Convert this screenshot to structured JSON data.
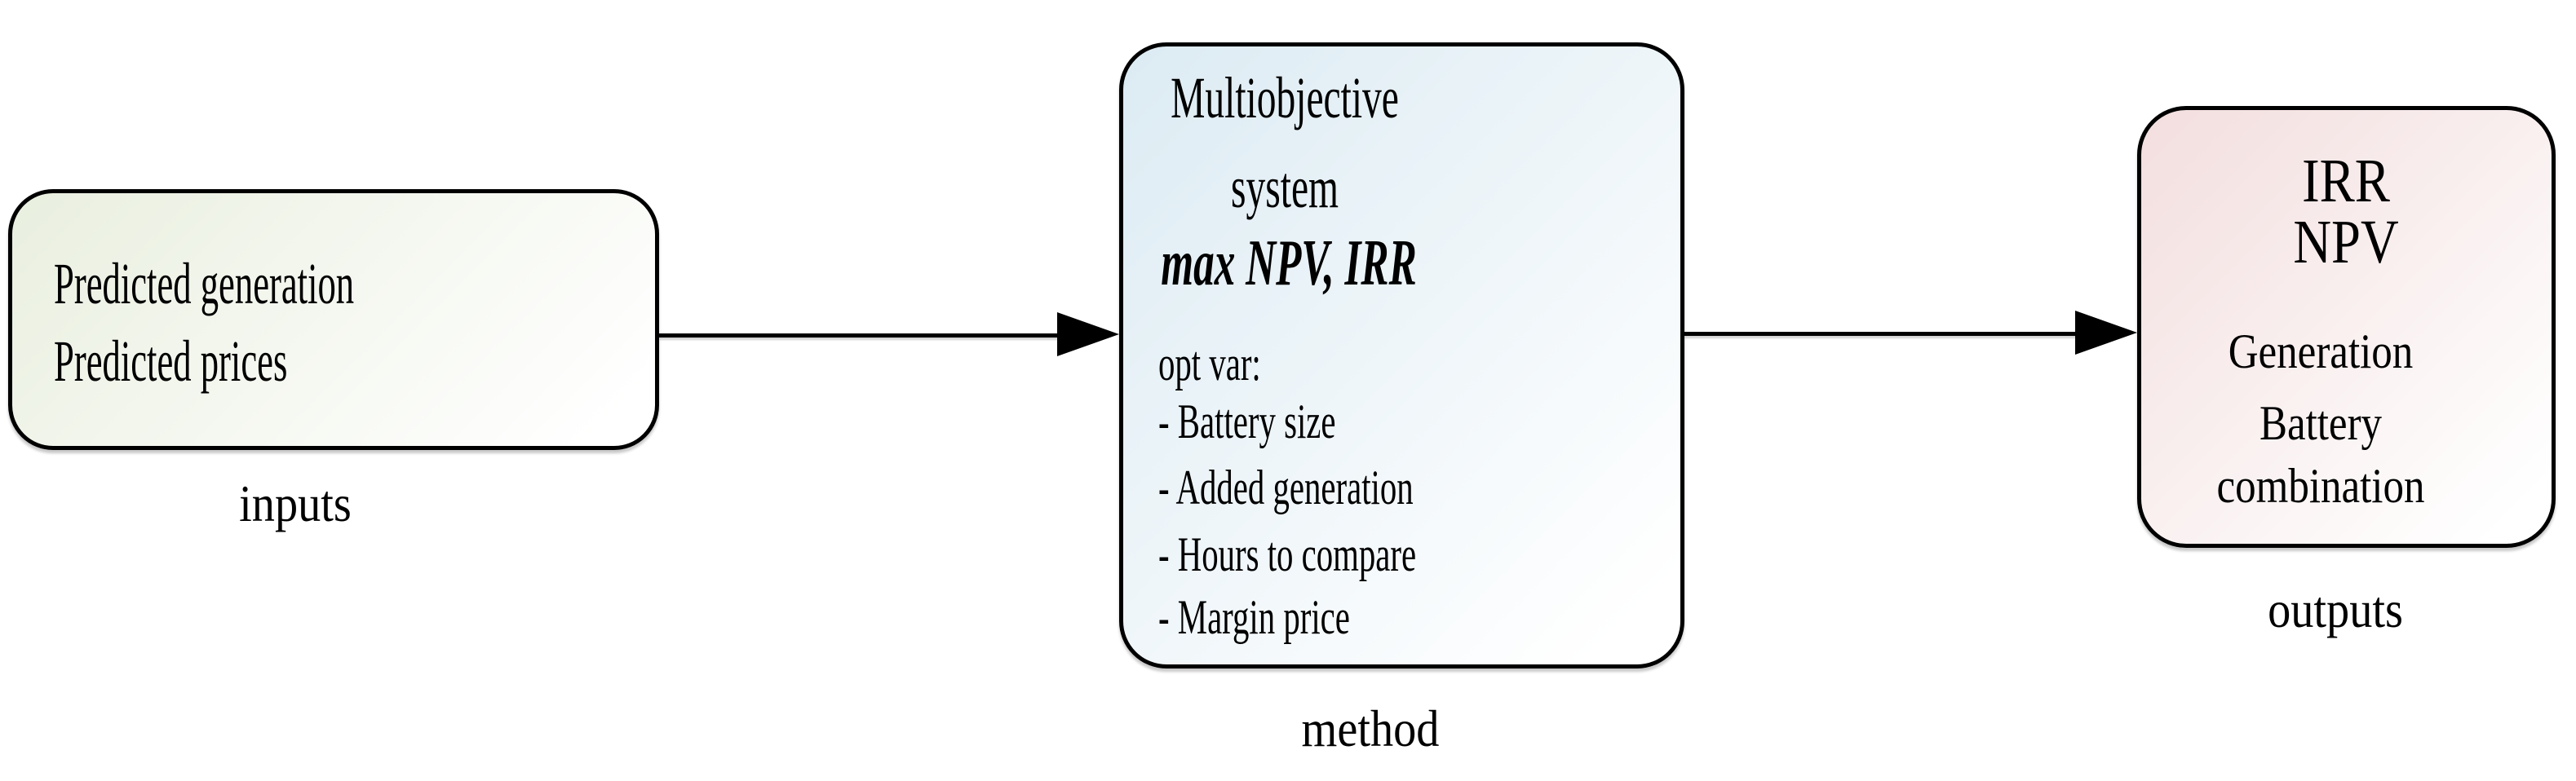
{
  "figure": {
    "nodes": [
      {
        "id": "inputs",
        "caption": "inputs",
        "lines": [
          "Predicted generation",
          "Predicted prices"
        ],
        "fill": "#e9efdf"
      },
      {
        "id": "method",
        "caption": "method",
        "title_lines": [
          "Multiobjective",
          "system"
        ],
        "objective": "max NPV, IRR",
        "opt_lines": [
          "opt var:",
          "- Battery size",
          "- Added generation",
          "- Hours to compare",
          "- Margin price"
        ],
        "fill": "#dcebf3"
      },
      {
        "id": "outputs",
        "caption": "outputs",
        "metric_lines": [
          "IRR",
          "NPV"
        ],
        "result_lines": [
          "Generation",
          "Battery",
          "combination"
        ],
        "fill": "#f3dede"
      }
    ],
    "edges": [
      {
        "from": "inputs",
        "to": "method",
        "direction": "right"
      },
      {
        "from": "method",
        "to": "outputs",
        "direction": "right"
      }
    ],
    "border_color": "#000000"
  }
}
